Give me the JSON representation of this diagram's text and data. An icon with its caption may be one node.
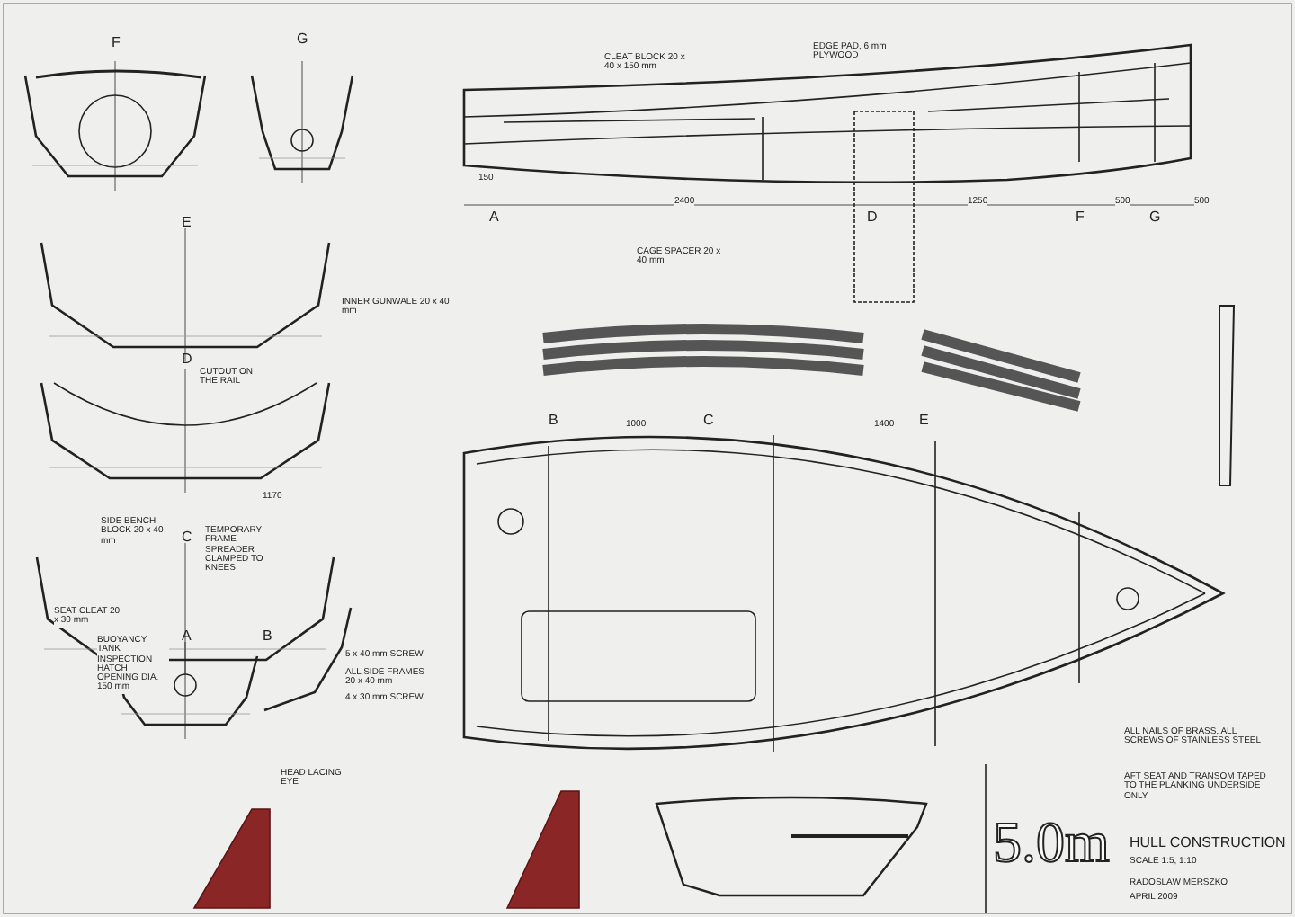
{
  "diagram": {
    "title": "5.0m",
    "labels": [
      "F",
      "G",
      "E",
      "D",
      "C",
      "A",
      "B",
      "A",
      "D",
      "F",
      "G",
      "B",
      "C",
      "E",
      "2400",
      "1250",
      "500",
      "500",
      "150",
      "1170",
      "1000",
      "1400",
      "INNER GUNWALE 20 x 40 mm",
      "CUTOUT ON THE RAIL",
      "SIDE BENCH BLOCK 20 x 40 mm",
      "TEMPORARY FRAME SPREADER CLAMPED TO KNEES",
      "SEAT CLEAT 20 x 30 mm",
      "BUOYANCY TANK INSPECTION HATCH OPENING DIA. 150 mm",
      "5 x 40 mm SCREW",
      "ALL SIDE FRAMES 20 x 40 mm",
      "4 x 30 mm SCREW",
      "EDGE PAD, 6 mm PLYWOOD",
      "CAGE SPACER 20 x 40 mm",
      "CLEAT BLOCK 20 x 40 x 150 mm",
      "HEAD LACING EYE",
      "ALL NAILS OF BRASS, ALL SCREWS OF STAINLESS STEEL",
      "AFT SEAT AND TRANSOM TAPED TO THE PLANKING UNDERSIDE ONLY",
      "HULL CONSTRUCTION",
      "SCALE 1:5, 1:10",
      "RADOSLAW MERSZKO",
      "APRIL 2009"
    ]
  }
}
